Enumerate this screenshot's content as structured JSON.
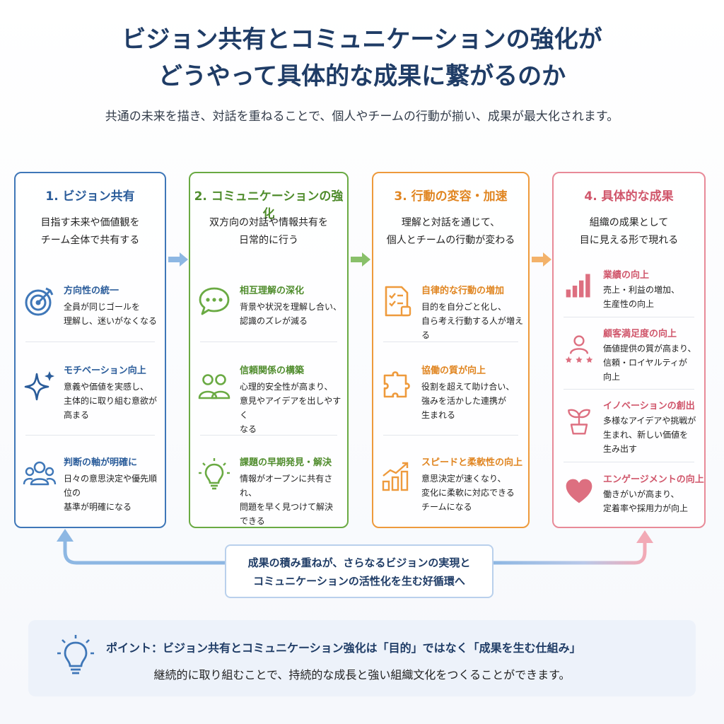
{
  "title": {
    "line1": "ビジョン共有とコミュニケーションの強化が",
    "line2": "どうやって具体的な成果に繋がるのか"
  },
  "subtitle": "共通の未来を描き、対話を重ねることで、個人やチームの行動が揃い、成果が最大化されます。",
  "colors": {
    "blue": "#3f77b8",
    "green": "#6aaa43",
    "orange": "#ee9a3c",
    "pink": "#dd6f80"
  },
  "columns": [
    {
      "title": "1. ビジョン共有",
      "desc1": "目指す未来や価値観を",
      "desc2": "チーム全体で共有する",
      "items": [
        {
          "icon": "target-icon",
          "title": "方向性の統一",
          "l1": "全員が同じゴールを",
          "l2": "理解し、迷いがなくなる",
          "l3": ""
        },
        {
          "icon": "sparkle-icon",
          "title": "モチベーション向上",
          "l1": "意義や価値を実感し、",
          "l2": "主体的に取り組む意欲が",
          "l3": "高まる"
        },
        {
          "icon": "team-icon",
          "title": "判断の軸が明確に",
          "l1": "日々の意思決定や優先順位の",
          "l2": "基準が明確になる",
          "l3": ""
        }
      ]
    },
    {
      "title": "2. コミュニケーションの強化",
      "desc1": "双方向の対話や情報共有を",
      "desc2": "日常的に行う",
      "items": [
        {
          "icon": "speech-bubble-icon",
          "title": "相互理解の深化",
          "l1": "背景や状況を理解し合い、",
          "l2": "認識のズレが減る",
          "l3": ""
        },
        {
          "icon": "people-icon",
          "title": "信頼関係の構築",
          "l1": "心理的安全性が高まり、",
          "l2": "意見やアイデアを出しやすく",
          "l3": "なる"
        },
        {
          "icon": "lightbulb-icon",
          "title": "課題の早期発見・解決",
          "l1": "情報がオープンに共有され、",
          "l2": "問題を早く見つけて解決",
          "l3": "できる"
        }
      ]
    },
    {
      "title": "3. 行動の変容・加速",
      "desc1": "理解と対話を通じて、",
      "desc2": "個人とチームの行動が変わる",
      "items": [
        {
          "icon": "checklist-icon",
          "title": "自律的な行動の増加",
          "l1": "目的を自分ごと化し、",
          "l2": "自ら考え行動する人が増える",
          "l3": ""
        },
        {
          "icon": "puzzle-icon",
          "title": "協働の質が向上",
          "l1": "役割を超えて助け合い、",
          "l2": "強みを活かした連携が",
          "l3": "生まれる"
        },
        {
          "icon": "growth-chart-icon",
          "title": "スピードと柔軟性の向上",
          "l1": "意思決定が速くなり、",
          "l2": "変化に柔軟に対応できる",
          "l3": "チームになる"
        }
      ]
    },
    {
      "title": "4. 具体的な成果",
      "desc1": "組織の成果として",
      "desc2": "目に見える形で現れる",
      "items": [
        {
          "icon": "bar-chart-icon",
          "title": "業績の向上",
          "l1": "売上・利益の増加、",
          "l2": "生産性の向上",
          "l3": ""
        },
        {
          "icon": "customer-rating-icon",
          "title": "顧客満足度の向上",
          "l1": "価値提供の質が高まり、",
          "l2": "信頼・ロイヤルティが",
          "l3": "向上"
        },
        {
          "icon": "sprout-icon",
          "title": "イノベーションの創出",
          "l1": "多様なアイデアや挑戦が",
          "l2": "生まれ、新しい価値を",
          "l3": "生み出す"
        },
        {
          "icon": "heart-icon",
          "title": "エンゲージメントの向上",
          "l1": "働きがいが高まり、",
          "l2": "定着率や採用力が向上",
          "l3": ""
        }
      ]
    }
  ],
  "loop": {
    "line1": "成果の積み重ねが、さらなるビジョンの実現と",
    "line2": "コミュニケーションの活性化を生む好循環へ"
  },
  "point": {
    "title": "ポイント：ビジョン共有とコミュニケーション強化は「目的」ではなく「成果を生む仕組み」",
    "body": "継続的に取り組むことで、持続的な成長と強い組織文化をつくることができます。"
  }
}
